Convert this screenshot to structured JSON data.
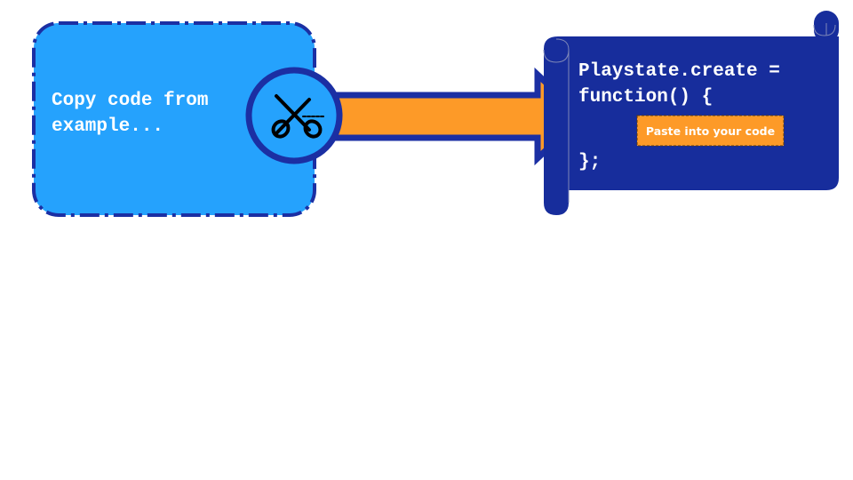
{
  "copy_box": {
    "line1": "Copy code from",
    "line2": "example..."
  },
  "scroll": {
    "line1": "Playstate.create =",
    "line2": "function() {",
    "closing": "};"
  },
  "paste_label": "Paste into your code",
  "icons": {
    "scissors": "scissors-icon",
    "arrow": "right-arrow-icon"
  },
  "colors": {
    "copy_box_fill": "#25a2fd",
    "copy_box_border": "#1b2fa3",
    "scroll_fill": "#172d9c",
    "arrow_fill": "#fd9a28",
    "arrow_border": "#1b2fa3",
    "paste_fill": "#fd9a28",
    "text_white": "#ffffff"
  }
}
